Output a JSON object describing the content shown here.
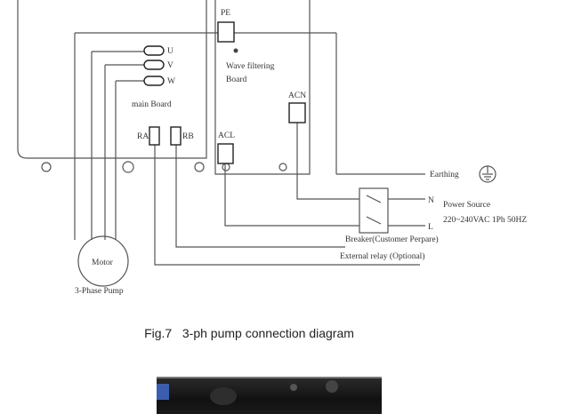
{
  "diagram": {
    "labels": {
      "pe": "PE",
      "wave_filter_line1": "Wave filtering",
      "wave_filter_line2": "Board",
      "acn": "ACN",
      "acl": "ACL",
      "main_board": "main Board",
      "ra": "RA",
      "rb": "RB",
      "earthing": "Earthing",
      "n": "N",
      "l": "L",
      "power_source": "Power Source",
      "voltage": "220~240VAC 1Ph 50HZ",
      "breaker": "Breaker(Customer Perpare)",
      "external_relay": "External relay (Optional)",
      "motor": "Motor",
      "pump": "3-Phase Pump"
    },
    "terminals": [
      "U",
      "V",
      "W"
    ]
  },
  "caption": "Fig.7   3-ph pump connection diagram"
}
